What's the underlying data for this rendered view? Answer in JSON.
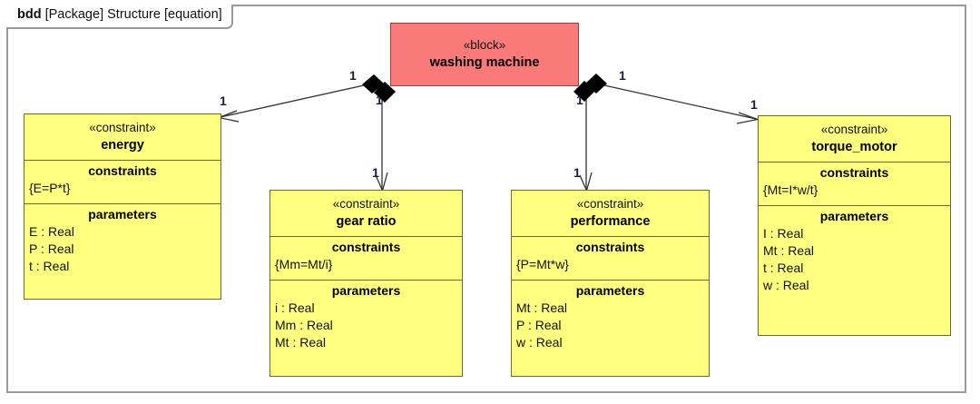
{
  "diagram": {
    "header": {
      "kind": "bdd",
      "rest": " [Package] Structure [equation]"
    },
    "colors": {
      "root_fill": "#fa7a7a",
      "constraint_fill": "#ffff80",
      "frame_border": "#9a9a9a",
      "block_border": "#6b6b2e",
      "line": "#333333",
      "multiplicity_text": "#1a1a3a"
    },
    "compartment_headers": {
      "constraints": "constraints",
      "parameters": "parameters"
    },
    "root": {
      "stereotype": "«block»",
      "name": "washing machine"
    },
    "blocks": [
      {
        "id": "energy",
        "stereotype": "«constraint»",
        "name": "energy",
        "constraints": [
          "{E=P*t}"
        ],
        "parameters": [
          "E : Real",
          "P : Real",
          "t : Real"
        ]
      },
      {
        "id": "gear-ratio",
        "stereotype": "«constraint»",
        "name": "gear ratio",
        "constraints": [
          "{Mm=Mt/i}"
        ],
        "parameters": [
          "i : Real",
          "Mm : Real",
          "Mt : Real"
        ]
      },
      {
        "id": "performance",
        "stereotype": "«constraint»",
        "name": "performance",
        "constraints": [
          "{P=Mt*w}"
        ],
        "parameters": [
          "Mt : Real",
          "P : Real",
          "w : Real"
        ]
      },
      {
        "id": "torque-motor",
        "stereotype": "«constraint»",
        "name": "torque_motor",
        "constraints": [
          "{Mt=I*w/t}"
        ],
        "parameters": [
          "I : Real",
          "Mt : Real",
          "t : Real",
          "w : Real"
        ]
      }
    ],
    "associations": [
      {
        "id": "energy",
        "source_multiplicity": "1",
        "target_multiplicity": "1"
      },
      {
        "id": "gear-ratio",
        "source_multiplicity": "1",
        "target_multiplicity": "1"
      },
      {
        "id": "performance",
        "source_multiplicity": "1",
        "target_multiplicity": "1"
      },
      {
        "id": "torque-motor",
        "source_multiplicity": "1",
        "target_multiplicity": "1"
      }
    ]
  }
}
